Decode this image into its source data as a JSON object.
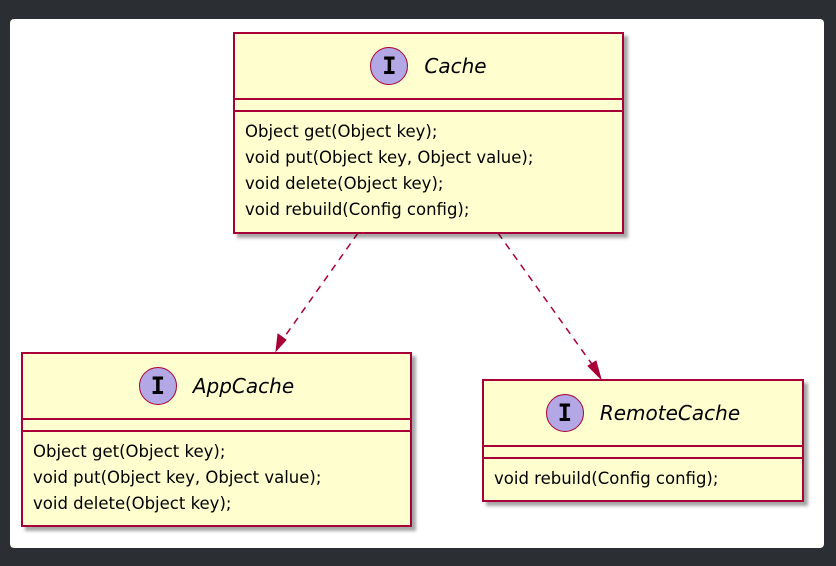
{
  "diagram": {
    "type": "uml-class-diagram",
    "colors": {
      "background": "#2b2e33",
      "canvas": "#ffffff",
      "class_fill": "#fefece",
      "border": "#a80036",
      "stereotype_circle": "#b4a7e5",
      "arrow": "#a80036"
    },
    "classes": [
      {
        "id": "cache",
        "stereotype": "I",
        "name": "Cache",
        "methods": [
          "Object get(Object key);",
          "void put(Object key, Object value);",
          "void delete(Object key);",
          "void rebuild(Config config);"
        ]
      },
      {
        "id": "appcache",
        "stereotype": "I",
        "name": "AppCache",
        "methods": [
          "Object get(Object key);",
          "void put(Object key, Object value);",
          "void delete(Object key);"
        ]
      },
      {
        "id": "remotecache",
        "stereotype": "I",
        "name": "RemoteCache",
        "methods": [
          "void rebuild(Config config);"
        ]
      }
    ],
    "relations": [
      {
        "from": "cache",
        "to": "appcache",
        "style": "dashed-arrow"
      },
      {
        "from": "cache",
        "to": "remotecache",
        "style": "dashed-arrow"
      }
    ]
  }
}
